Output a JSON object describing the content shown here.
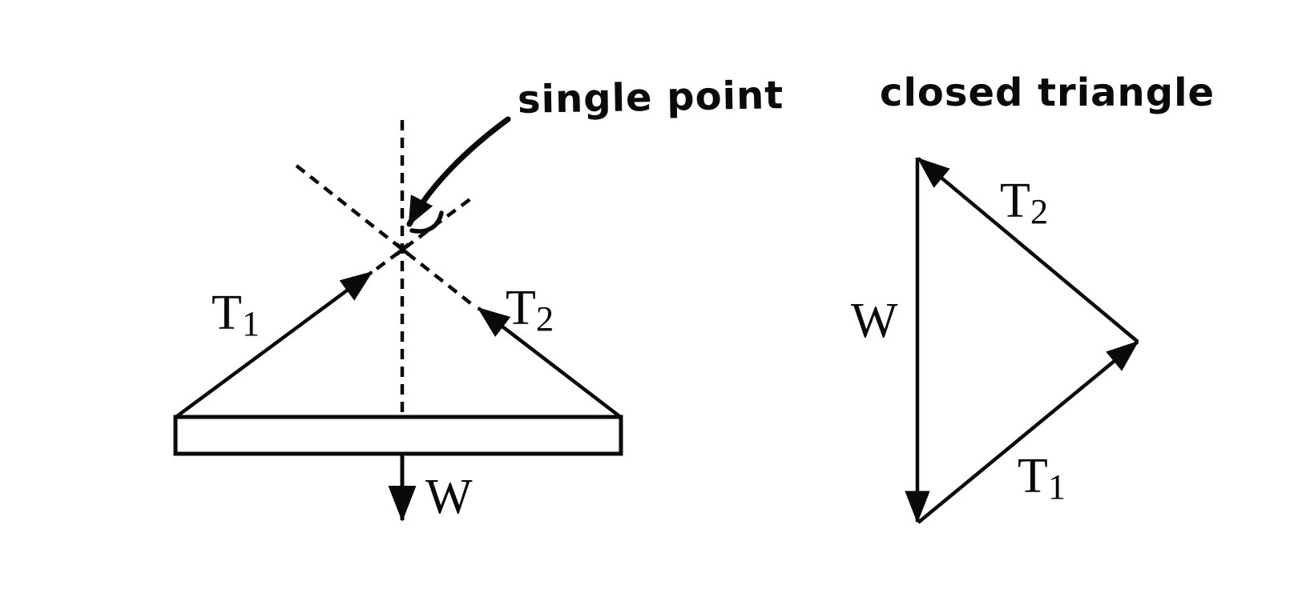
{
  "colors": {
    "ink": "#0a0a0a",
    "paper": "#ffffff"
  },
  "left_diagram": {
    "annotation": "single point",
    "labels": {
      "t1": {
        "base": "T",
        "sub": "1"
      },
      "t2": {
        "base": "T",
        "sub": "2"
      },
      "w": "W"
    }
  },
  "right_diagram": {
    "title": "closed triangle",
    "labels": {
      "t1": {
        "base": "T",
        "sub": "1"
      },
      "t2": {
        "base": "T",
        "sub": "2"
      },
      "w": "W"
    }
  }
}
